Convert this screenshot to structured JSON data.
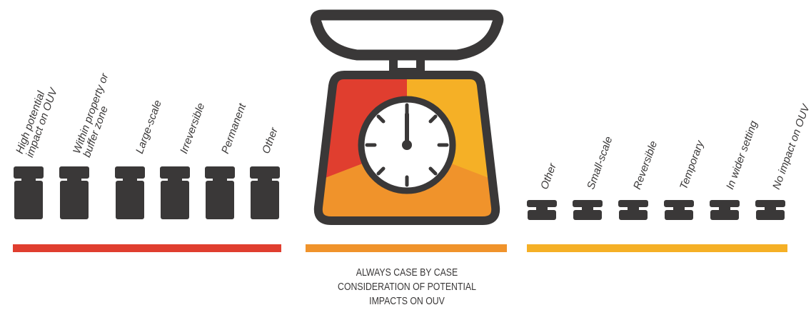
{
  "left_group": {
    "labels": [
      "High potential\nimpact on OUV",
      "Within property or\nbuffer zone",
      "Large-scale",
      "Irreversible",
      "Permanent",
      "Other"
    ]
  },
  "right_group": {
    "labels": [
      "Other",
      "Small-scale",
      "Reversible",
      "Temporary",
      "In wider setting",
      "No impact on OUV"
    ]
  },
  "caption": "ALWAYS CASE BY CASE\nCONSIDERATION OF POTENTIAL\nIMPACTS ON OUV",
  "colors": {
    "dark": "#3a3838",
    "red": "#e03e2f",
    "orange": "#f0932b",
    "yellow": "#f5b026",
    "bar_left": "#e03e2f",
    "bar_mid": "#f0932b",
    "bar_right": "#f5b026"
  },
  "icons": {
    "heavy_weight": "heavy-weight-icon",
    "light_weight": "light-weight-icon",
    "scale": "kitchen-scale-icon",
    "dial": "clock-dial-icon"
  }
}
